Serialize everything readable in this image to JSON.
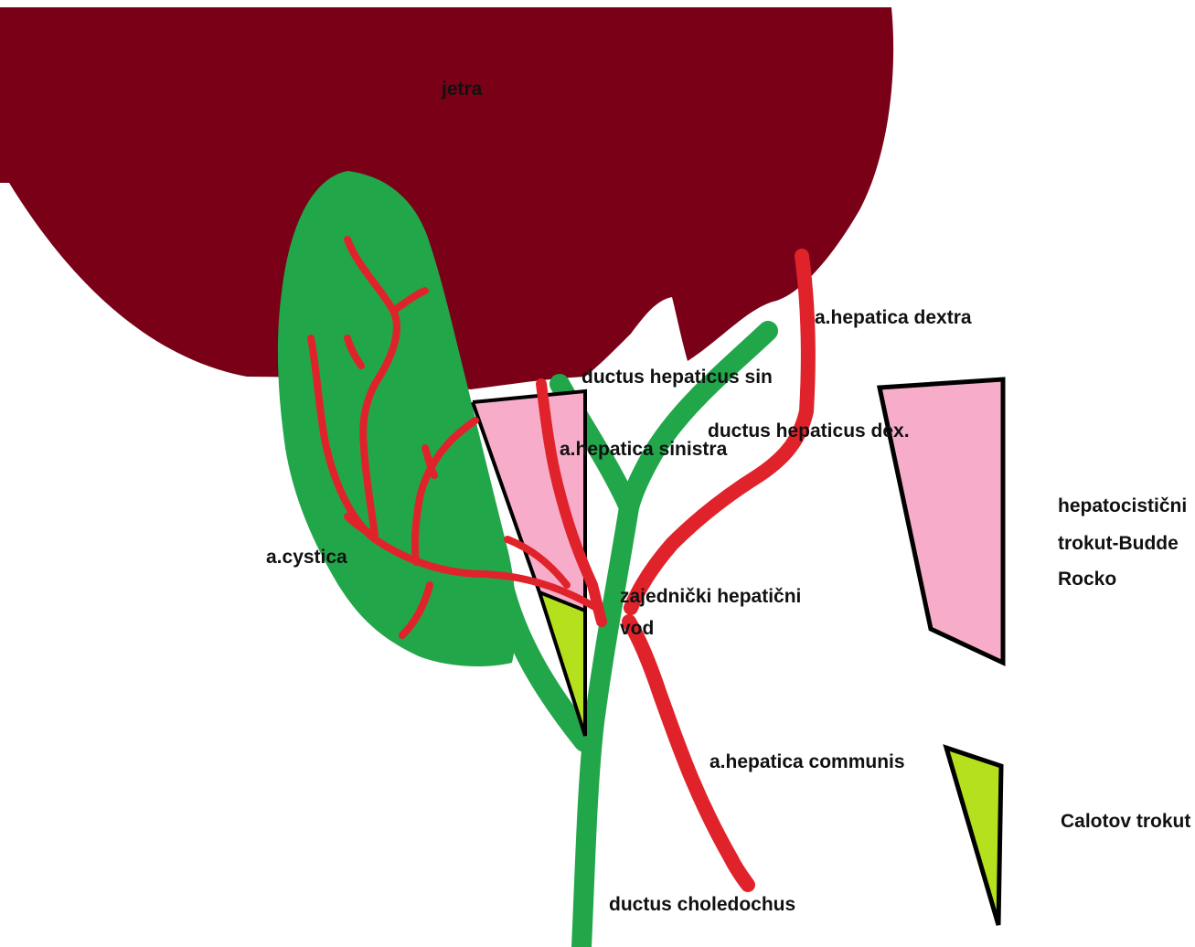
{
  "colors": {
    "liver": "#7a0017",
    "bile_duct": "#22a64a",
    "artery": "#e0232b",
    "hepatocystic_triangle": "#f7adc9",
    "calot_triangle": "#b5e01e",
    "outline": "#000000",
    "label": "#111111"
  },
  "labels": {
    "liver": "jetra",
    "cystic_artery": "a.cystica",
    "left_hepatic_duct": "ductus hepaticus sin",
    "left_hepatic_artery": "a.hepatica sinistra",
    "right_hepatic_artery": "a.hepatica dextra",
    "right_hepatic_duct": "ductus hepaticus dex.",
    "common_hepatic_duct_line1": "zajednički hepatični",
    "common_hepatic_duct_line2": "vod",
    "common_hepatic_artery": "a.hepatica communis",
    "common_bile_duct": "ductus choledochus"
  },
  "legend": [
    {
      "id": "hepatocystic",
      "lines": [
        "hepatocistični",
        "trokut-Budde",
        "Rocko"
      ],
      "color": "#f7adc9"
    },
    {
      "id": "calot",
      "lines": [
        "Calotov trokut"
      ],
      "color": "#b5e01e"
    }
  ]
}
